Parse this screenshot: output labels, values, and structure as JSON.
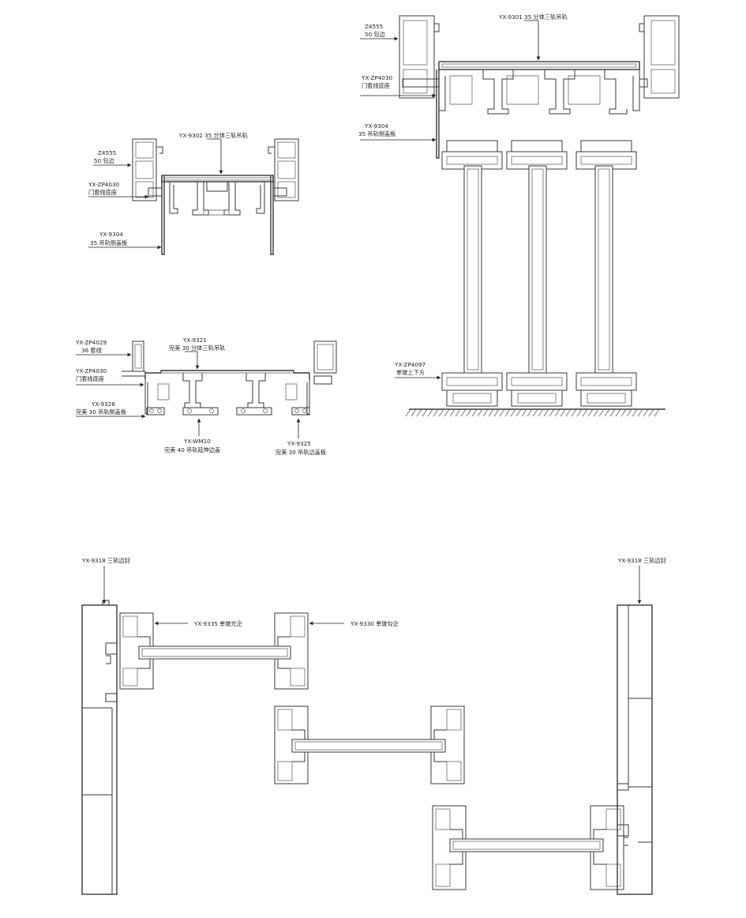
{
  "labels": {
    "d1_title": "YX-9302   35 分体三轨吊轨",
    "d1_z4555_code": "Z4555",
    "d1_z4555_name": "50 包边",
    "d1_zp4030_code": "YX-ZP4030",
    "d1_zp4030_name": "门套线底座",
    "d1_9304_code": "YX-9304",
    "d1_9304_name": "35 吊轨侧盖板",
    "d2_title_code": "YX-9321",
    "d2_title_name": "完美 30 分体三轨吊轨",
    "d2_zp4029_code": "YX-ZP4029",
    "d2_zp4029_name": "36 套线",
    "d2_zp4030_code": "YX-ZP4030",
    "d2_zp4030_name": "门套线底座",
    "d2_9326_code": "YX-9326",
    "d2_9326_name": "完美 30 吊轨侧盖板",
    "d2_wm10_code": "YX-WM10",
    "d2_wm10_name": "完美 40 吊轨延伸边盖",
    "d2_9325_code": "YX-9325",
    "d2_9325_name": "完美 30 吊轨边盖板",
    "d3_title": "YX-9301   35 分体三轨吊轨",
    "d3_z4555_code": "Z4555",
    "d3_z4555_name": "50 包边",
    "d3_zp4030_code": "YX-ZP4030",
    "d3_zp4030_name": "门套线底座",
    "d3_9304_code": "YX-9304",
    "d3_9304_name": "35 吊轨侧盖板",
    "d3_zp4097_code": "YX-ZP4097",
    "d3_zp4097_name": "单玻上下方",
    "d4_left_label": "YX-9318   三轨边封",
    "d4_right_label": "YX-9318   三轨边封",
    "d4_9335": "YX-9335   单玻光企",
    "d4_9330": "YX-9330   单玻勾企"
  }
}
